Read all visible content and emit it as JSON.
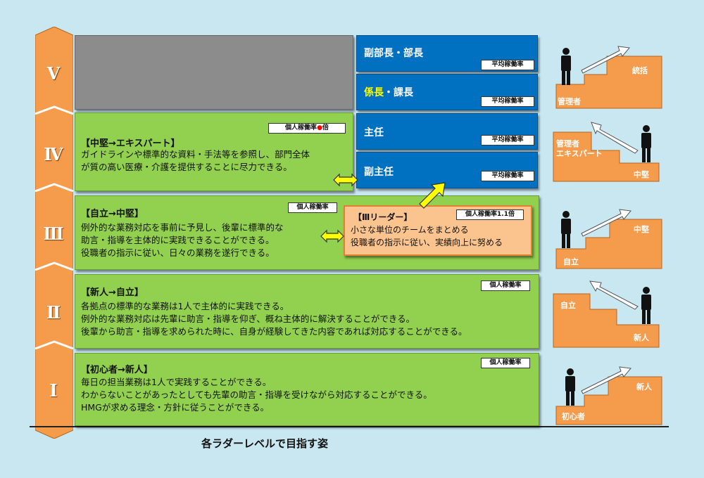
{
  "caption": "各ラダーレベルで目指す姿",
  "levels": [
    "Ⅴ",
    "Ⅳ",
    "Ⅲ",
    "Ⅱ",
    "Ⅰ"
  ],
  "positions": [
    {
      "label": "副部長・部長",
      "badge": "平均稼働率"
    },
    {
      "label_prefix": "係長",
      "label_suffix": "・課長",
      "badge": "平均稼働率"
    },
    {
      "label": "主任",
      "badge": "平均稼働率"
    },
    {
      "label": "副主任",
      "badge": "平均稼働率"
    }
  ],
  "boxes": {
    "iv": {
      "title": "【中堅→エキスパート】",
      "badge_prefix": "個人稼働率",
      "badge_suffix": "倍",
      "lines": [
        "ガイドラインや標準的な資料・手法等を参照し、部門全体",
        "が質の高い医療・介護を提供することに尽力できる。"
      ]
    },
    "iii": {
      "title": "【自立→中堅】",
      "badge": "個人稼働率",
      "lines": [
        "例外的な業務対応を事前に予見し、後輩に標準的な",
        "助言・指導を主体的に実践できることができる。",
        "役職者の指示に従い、日々の業務を遂行できる。"
      ]
    },
    "leader": {
      "title": "【Ⅲリーダー】",
      "badge": "個人稼働率1.1倍",
      "lines": [
        "小さな単位のチームをまとめる",
        "役職者の指示に従い、実績向上に努める"
      ]
    },
    "ii": {
      "title": "【新人→自立】",
      "badge": "個人稼働率",
      "lines": [
        "各拠点の標準的な業務は1人で主体的に実践できる。",
        "例外的な業務対応は先輩に助言・指導を仰ぎ、概ね主体的に解決することができる。",
        "後輩から助言・指導を求められた時に、自身が経験してきた内容であれば対応することができる。"
      ]
    },
    "i": {
      "title": "【初心者→新人】",
      "badge": "個人稼働率",
      "lines": [
        "毎日の担当業務は1人で実践することができる。",
        "わからないことがあったとしても先輩の助言・指導を受けながら対応することができる。",
        "HMGが求める理念・方針に従うことができる。"
      ]
    }
  },
  "stairs": [
    {
      "lower": "管理者",
      "upper": "統括"
    },
    {
      "upper_line1": "管理者",
      "upper_line2": "エキスパート",
      "lower": "中堅"
    },
    {
      "lower": "自立",
      "upper": "中堅"
    },
    {
      "upper": "自立",
      "lower": "新人"
    },
    {
      "lower": "初心者",
      "upper": "新人"
    }
  ],
  "colors": {
    "green": "#92d050",
    "blue": "#0070c0",
    "orange": "#f59c4c",
    "leader": "#fbc38e",
    "yellow_arrow": "#ffff00",
    "highlight": "#ffff00",
    "dot": "#ff0000"
  }
}
